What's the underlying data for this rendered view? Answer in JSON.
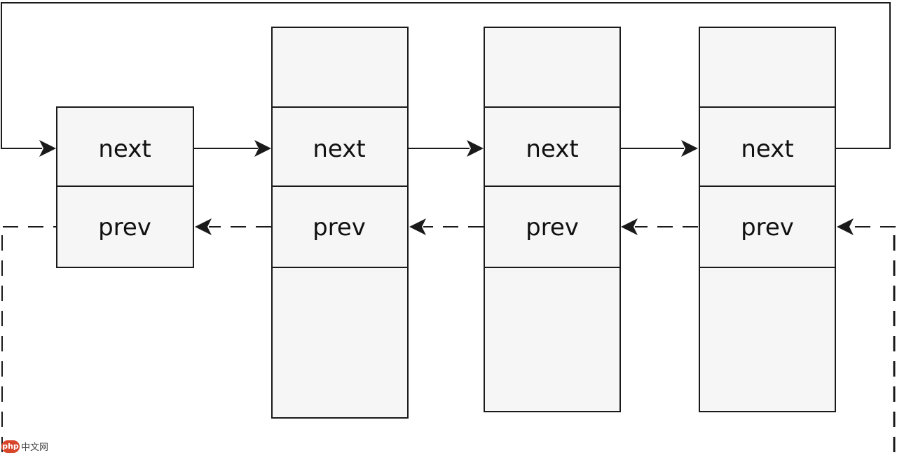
{
  "nodes": [
    {
      "next_label": "next",
      "prev_label": "prev"
    },
    {
      "next_label": "next",
      "prev_label": "prev"
    },
    {
      "next_label": "next",
      "prev_label": "prev"
    },
    {
      "next_label": "next",
      "prev_label": "prev"
    }
  ],
  "watermark": {
    "badge": "php",
    "text": "中文网"
  },
  "colors": {
    "stroke": "#1a1a1a",
    "cell_fill": "#f6f6f6",
    "background": "#ffffff"
  }
}
